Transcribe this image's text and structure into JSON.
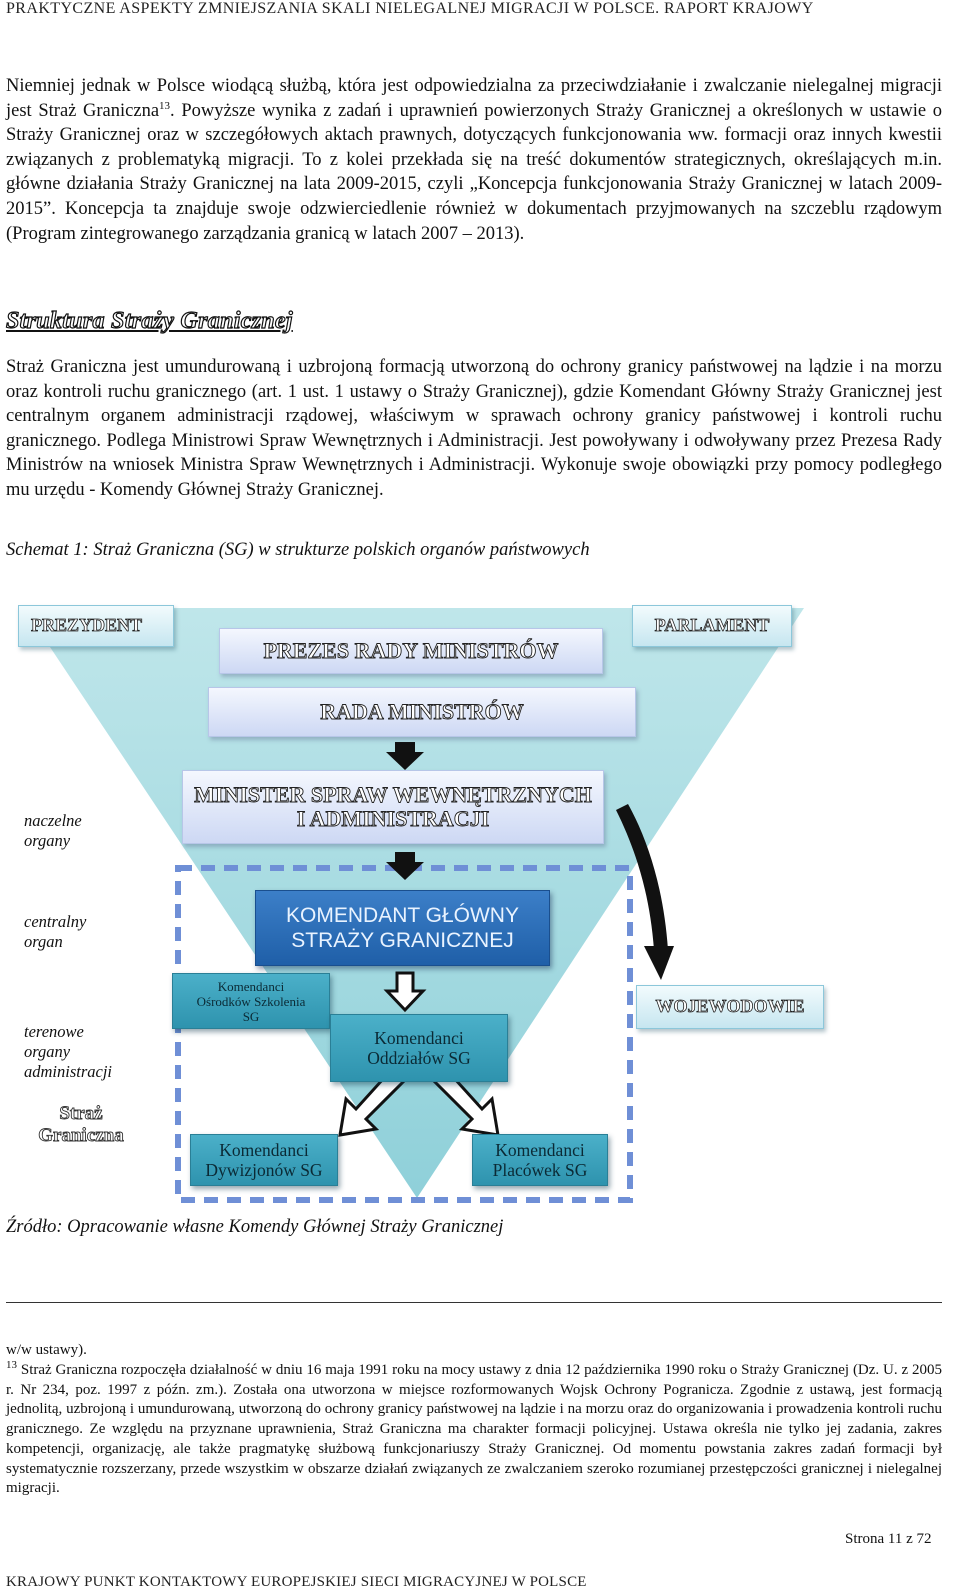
{
  "header": {
    "running_title": "PRAKTYCZNE ASPEKTY ZMNIEJSZANIA SKALI NIELEGALNEJ MIGRACJI W POLSCE. RAPORT KRAJOWY"
  },
  "paragraph_1": {
    "before_ref": "Niemniej jednak w Polsce wiodącą służbą, która jest odpowiedzialna za przeciwdziałanie i zwalczanie nielegalnej migracji jest Straż Graniczna",
    "ref": "13",
    "after_ref": ". Powyższe wynika z zadań i uprawnień powierzonych Straży Granicznej a określonych w ustawie o Straży Granicznej oraz w szczegółowych aktach prawnych, dotyczących funkcjonowania ww. formacji oraz innych kwestii związanych z problematyką migracji. To z kolei przekłada się na treść dokumentów strategicznych, określających m.in. główne działania Straży Granicznej na lata 2009-2015, czyli „Koncepcja funkcjonowania Straży Granicznej w latach 2009-2015”. Koncepcja ta znajduje swoje odzwierciedlenie również w dokumentach przyjmowanych na szczeblu rządowym (Program zintegrowanego zarządzania granicą w latach 2007 – 2013)."
  },
  "section": {
    "heading": "Struktura Straży Granicznej"
  },
  "paragraph_2": {
    "text": "Straż Graniczna jest umundurowaną i uzbrojoną formacją utworzoną do ochrony granicy państwowej na lądzie i na morzu oraz kontroli ruchu granicznego (art. 1 ust. 1 ustawy o Straży Granicznej), gdzie Komendant Główny Straży Granicznej jest centralnym organem administracji rządowej, właściwym w sprawach ochrony granicy państwowej i kontroli ruchu granicznego. Podlega Ministrowi Spraw Wewnętrznych i Administracji. Jest powoływany i odwoływany przez Prezesa Rady Ministrów na wniosek Ministra Spraw Wewnętrznych i Administracji. Wykonuje swoje obowiązki przy pomocy podległego mu urzędu - Komendy Głównej Straży Granicznej."
  },
  "schema": {
    "caption": "Schemat 1: Straż Graniczna (SG) w strukturze polskich organów państwowych",
    "source": "Źródło: Opracowanie własne Komendy Głównej Straży Granicznej",
    "colors": {
      "triangle": "#a9dde3",
      "box_blue": "#2a6db8",
      "box_teal": "#3aa3bd",
      "dashed_border": "#6f8fd6"
    },
    "boxes": {
      "prezydent": "PREZYDENT",
      "parlament": "PARLAMENT",
      "prezes_rady": "PREZES RADY MINISTRÓW",
      "rada_ministrow": "RADA MINISTRÓW",
      "minister_line1": "MINISTER SPRAW WEWNĘTRZNYCH",
      "minister_line2": "I ADMINISTRACJI",
      "komendant_line1": "KOMENDANT GŁÓWNY",
      "komendant_line2": "STRAŻY GRANICZNEJ",
      "wojewodowie": "WOJEWODOWIE",
      "osrodki_line1": "Komendanci",
      "osrodki_line2": "Ośrodków Szkolenia",
      "osrodki_line3": "SG",
      "oddzialy_line1": "Komendanci",
      "oddzialy_line2": "Oddziałów SG",
      "dywizjony_line1": "Komendanci",
      "dywizjony_line2": "Dywizjonów SG",
      "placowki_line1": "Komendanci",
      "placowki_line2": "Placówek SG"
    },
    "side_labels": {
      "naczelne_line1": "naczelne",
      "naczelne_line2": "organy",
      "centralny_line1": "centralny",
      "centralny_line2": "organ",
      "terenowe_line1": "terenowe",
      "terenowe_line2": "organy",
      "terenowe_line3": "administracji",
      "sg_line1": "Straż",
      "sg_line2": "Graniczna"
    }
  },
  "footnotes": {
    "continuation": "w/w ustawy).",
    "fn13_marker": "13",
    "fn13_text": " Straż Graniczna rozpoczęła działalność w dniu 16 maja 1991 roku na mocy ustawy z dnia 12 października 1990 roku o Straży Granicznej (Dz. U. z 2005 r. Nr 234, poz. 1997 z późn. zm.). Została ona utworzona w miejsce rozformowanych Wojsk Ochrony Pogranicza. Zgodnie z ustawą, jest formacją jednolitą, uzbrojoną i umundurowaną, utworzoną do ochrony granicy państwowej na lądzie i na morzu oraz do organizowania i prowadzenia kontroli ruchu granicznego. Ze względu na przyznane uprawnienia, Straż Graniczna ma charakter formacji policyjnej. Ustawa określa nie tylko jej zadania, zakres kompetencji, organizację, ale także pragmatykę służbową funkcjonariuszy Straży Granicznej. Od momentu powstania zakres zadań formacji był systematycznie rozszerzany, przede wszystkim w obszarze działań związanych ze zwalczaniem szeroko rozumianej przestępczości granicznej i nielegalnej migracji."
  },
  "footer": {
    "page": "Strona 11 z 72",
    "running_title": "KRAJOWY PUNKT KONTAKTOWY EUROPEJSKIEJ SIECI MIGRACYJNEJ W POLSCE"
  }
}
